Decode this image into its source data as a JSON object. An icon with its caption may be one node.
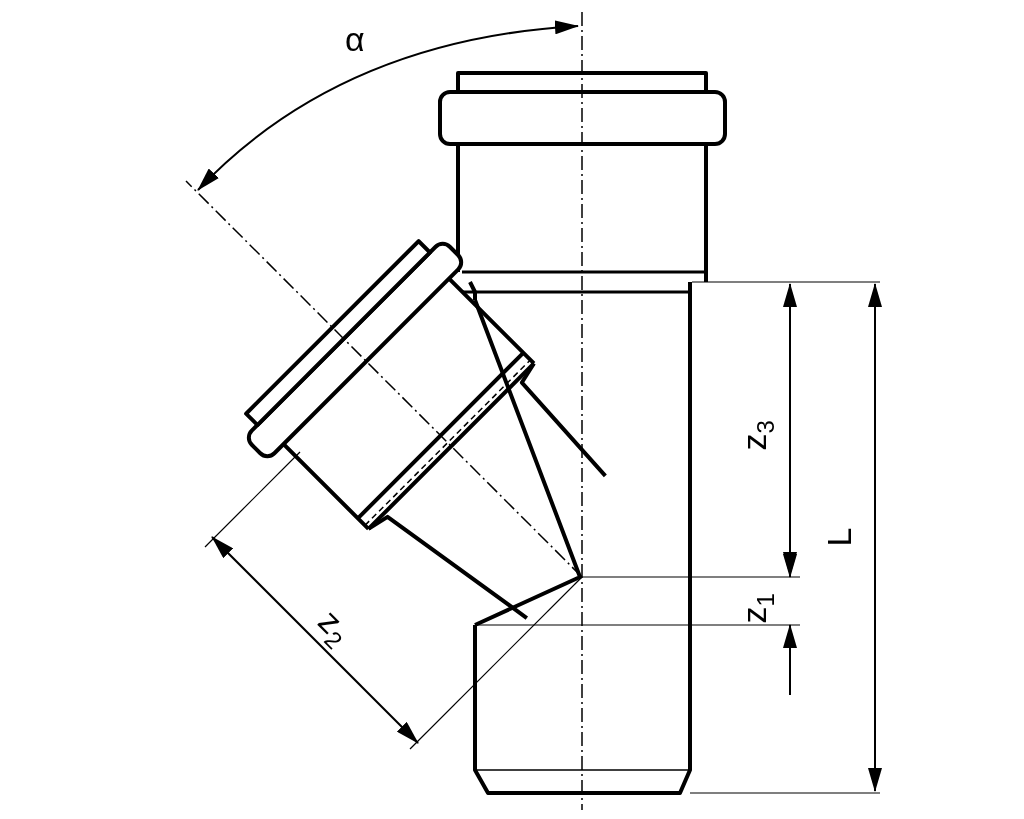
{
  "diagram": {
    "labels": [
      "α",
      "z$_{3}$",
      "L",
      "z$_{1}$",
      "z$_{2}$"
    ]
  }
}
